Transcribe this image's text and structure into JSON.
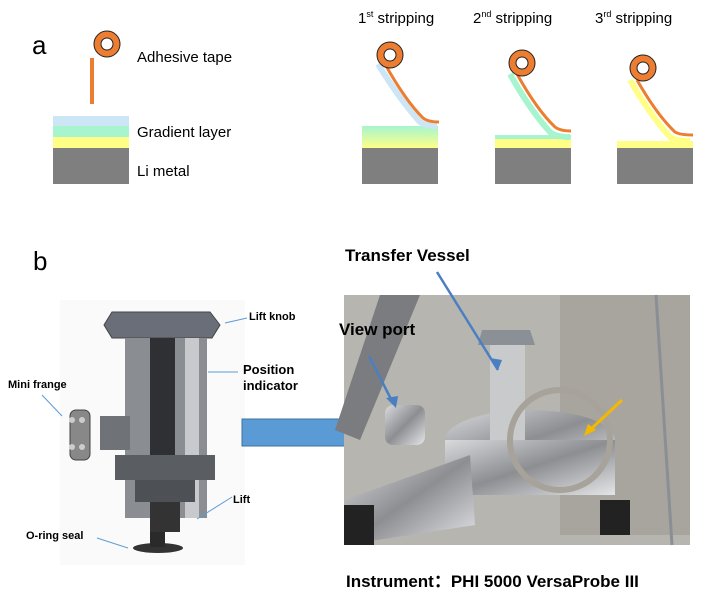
{
  "panel_a": {
    "letter": "a",
    "labels": {
      "tape": "Adhesive tape",
      "gradient": "Gradient layer",
      "li": "Li metal"
    },
    "steps": [
      {
        "num": "1",
        "sup": "st",
        "text": " stripping"
      },
      {
        "num": "2",
        "sup": "nd",
        "text": " stripping"
      },
      {
        "num": "3",
        "sup": "rd",
        "text": " stripping"
      }
    ],
    "colors": {
      "tape": "#ed7d31",
      "layer_blue": "#cce6f5",
      "layer_green": "#a6f5cf",
      "layer_yellow": "#ffff88",
      "li": "#7f7f7f"
    }
  },
  "panel_b": {
    "letter": "b",
    "vessel_labels": {
      "lift_knob": "Lift knob",
      "position1": "Position",
      "position2": "indicator",
      "mini_flange": "Mini frange",
      "lift": "Lift",
      "oring": "O-ring seal"
    },
    "instrument_labels": {
      "transfer": "Transfer Vessel",
      "viewport": "View port"
    },
    "caption": "Instrument：PHI 5000 VersaProbe III",
    "colors": {
      "arrow": "#5b9bd5",
      "pointer": "#4a7fc1",
      "highlight": "#f5b800"
    }
  }
}
